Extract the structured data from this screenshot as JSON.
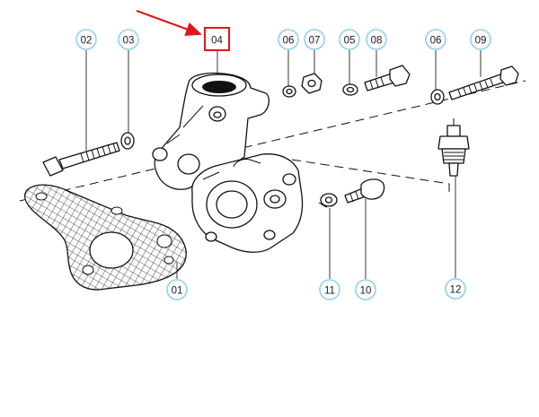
{
  "diagram": {
    "callouts": [
      {
        "id": "c01",
        "label": "01"
      },
      {
        "id": "c02",
        "label": "02"
      },
      {
        "id": "c03",
        "label": "03"
      },
      {
        "id": "c04",
        "label": "04"
      },
      {
        "id": "c05",
        "label": "05"
      },
      {
        "id": "c06a",
        "label": "06"
      },
      {
        "id": "c06b",
        "label": "06"
      },
      {
        "id": "c07",
        "label": "07"
      },
      {
        "id": "c08",
        "label": "08"
      },
      {
        "id": "c09",
        "label": "09"
      },
      {
        "id": "c10",
        "label": "10"
      },
      {
        "id": "c11",
        "label": "11"
      },
      {
        "id": "c12",
        "label": "12"
      }
    ],
    "highlighted_callout": "04",
    "colors": {
      "callout_ring": "#8fd0ec",
      "highlight_box": "#e0161b",
      "arrow": "#e0161b",
      "line": "#111111"
    }
  }
}
